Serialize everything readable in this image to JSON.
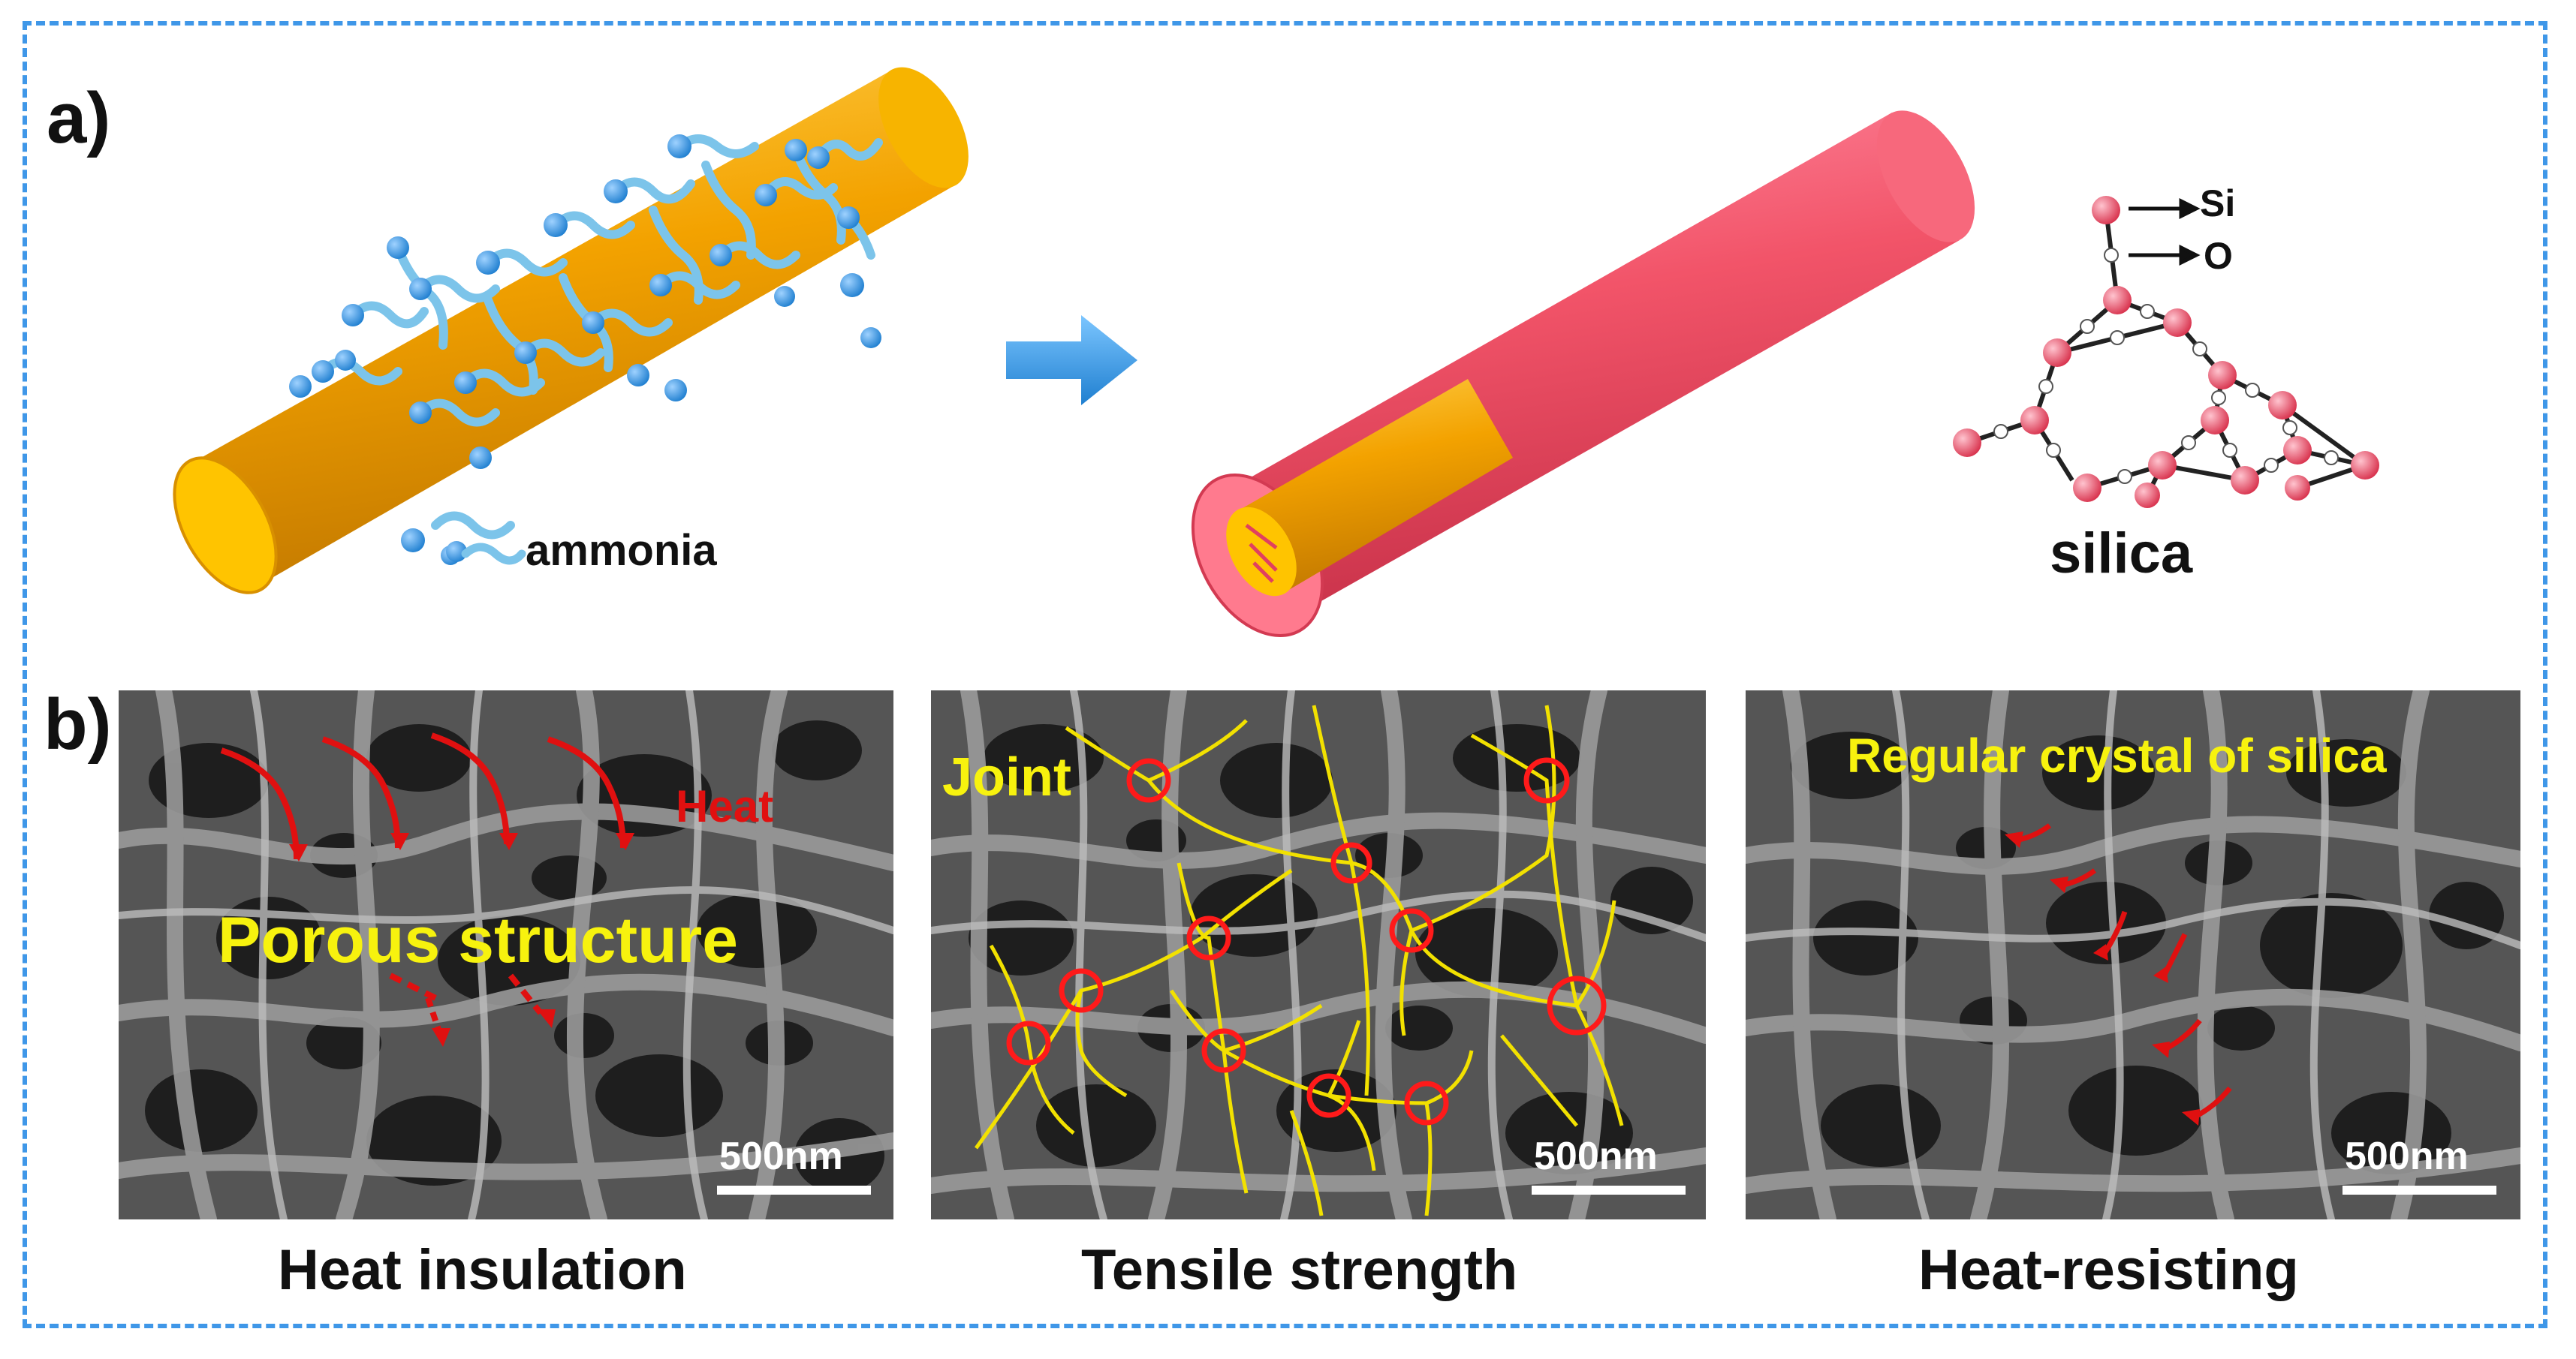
{
  "panels": {
    "a": {
      "label": "a)",
      "ammonia_label": "ammonia",
      "silica_label": "silica",
      "si_label": "Si",
      "o_label": "O"
    },
    "b": {
      "label": "b)",
      "images": [
        {
          "caption": "Heat insulation",
          "overlay_main": "Porous structure",
          "overlay_secondary": "Heat",
          "scale": "500nm"
        },
        {
          "caption": "Tensile strength",
          "overlay_main": "Joint",
          "scale": "500nm"
        },
        {
          "caption": "Heat-resisting",
          "overlay_main": "Regular crystal of silica",
          "scale": "500nm"
        }
      ]
    }
  },
  "colors": {
    "frame": "#3f97e8",
    "fiber": "#f3a200",
    "shell": "#f25469",
    "ammonia": "#2f8fdc",
    "arrow": "#2f8fdc",
    "overlay_text": "#f7f20e",
    "overlay_red": "#e01010"
  }
}
